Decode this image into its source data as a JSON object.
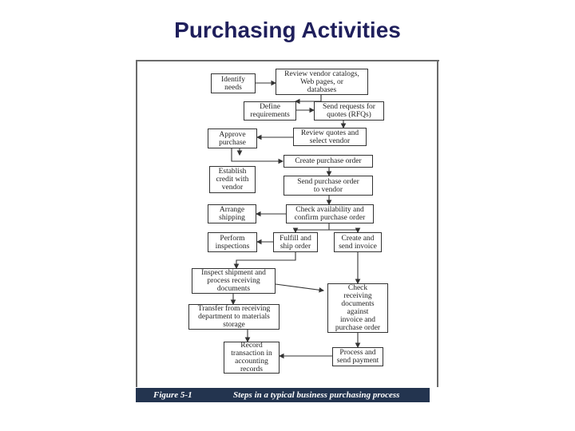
{
  "slide": {
    "title": "Purchasing Activities"
  },
  "figure": {
    "caption_number": "Figure 5-1",
    "caption_text": "Steps in a typical business purchasing process",
    "boxes": {
      "identify_needs": "Identify\nneeds",
      "review_catalogs": "Review vendor catalogs,\nWeb pages, or\ndatabases",
      "define_requirements": "Define\nrequirements",
      "send_rfqs": "Send requests for\nquotes (RFQs)",
      "approve_purchase": "Approve\npurchase",
      "review_quotes": "Review quotes and\nselect vendor",
      "create_po": "Create purchase order",
      "establish_credit": "Establish\ncredit with\nvendor",
      "send_po": "Send purchase order\nto vendor",
      "arrange_shipping": "Arrange\nshipping",
      "check_availability": "Check availability and\nconfirm purchase order",
      "perform_inspections": "Perform\ninspections",
      "fulfill_ship": "Fulfill and\nship order",
      "create_invoice": "Create and\nsend invoice",
      "inspect_shipment": "Inspect shipment and\nprocess receiving\ndocuments",
      "check_receiving": "Check\nreceiving\ndocuments\nagainst\ninvoice and\npurchase order",
      "transfer": "Transfer from receiving\ndepartment to materials\nstorage",
      "record_transaction": "Record\ntransaction in\naccounting\nrecords",
      "process_payment": "Process and\nsend payment"
    }
  }
}
